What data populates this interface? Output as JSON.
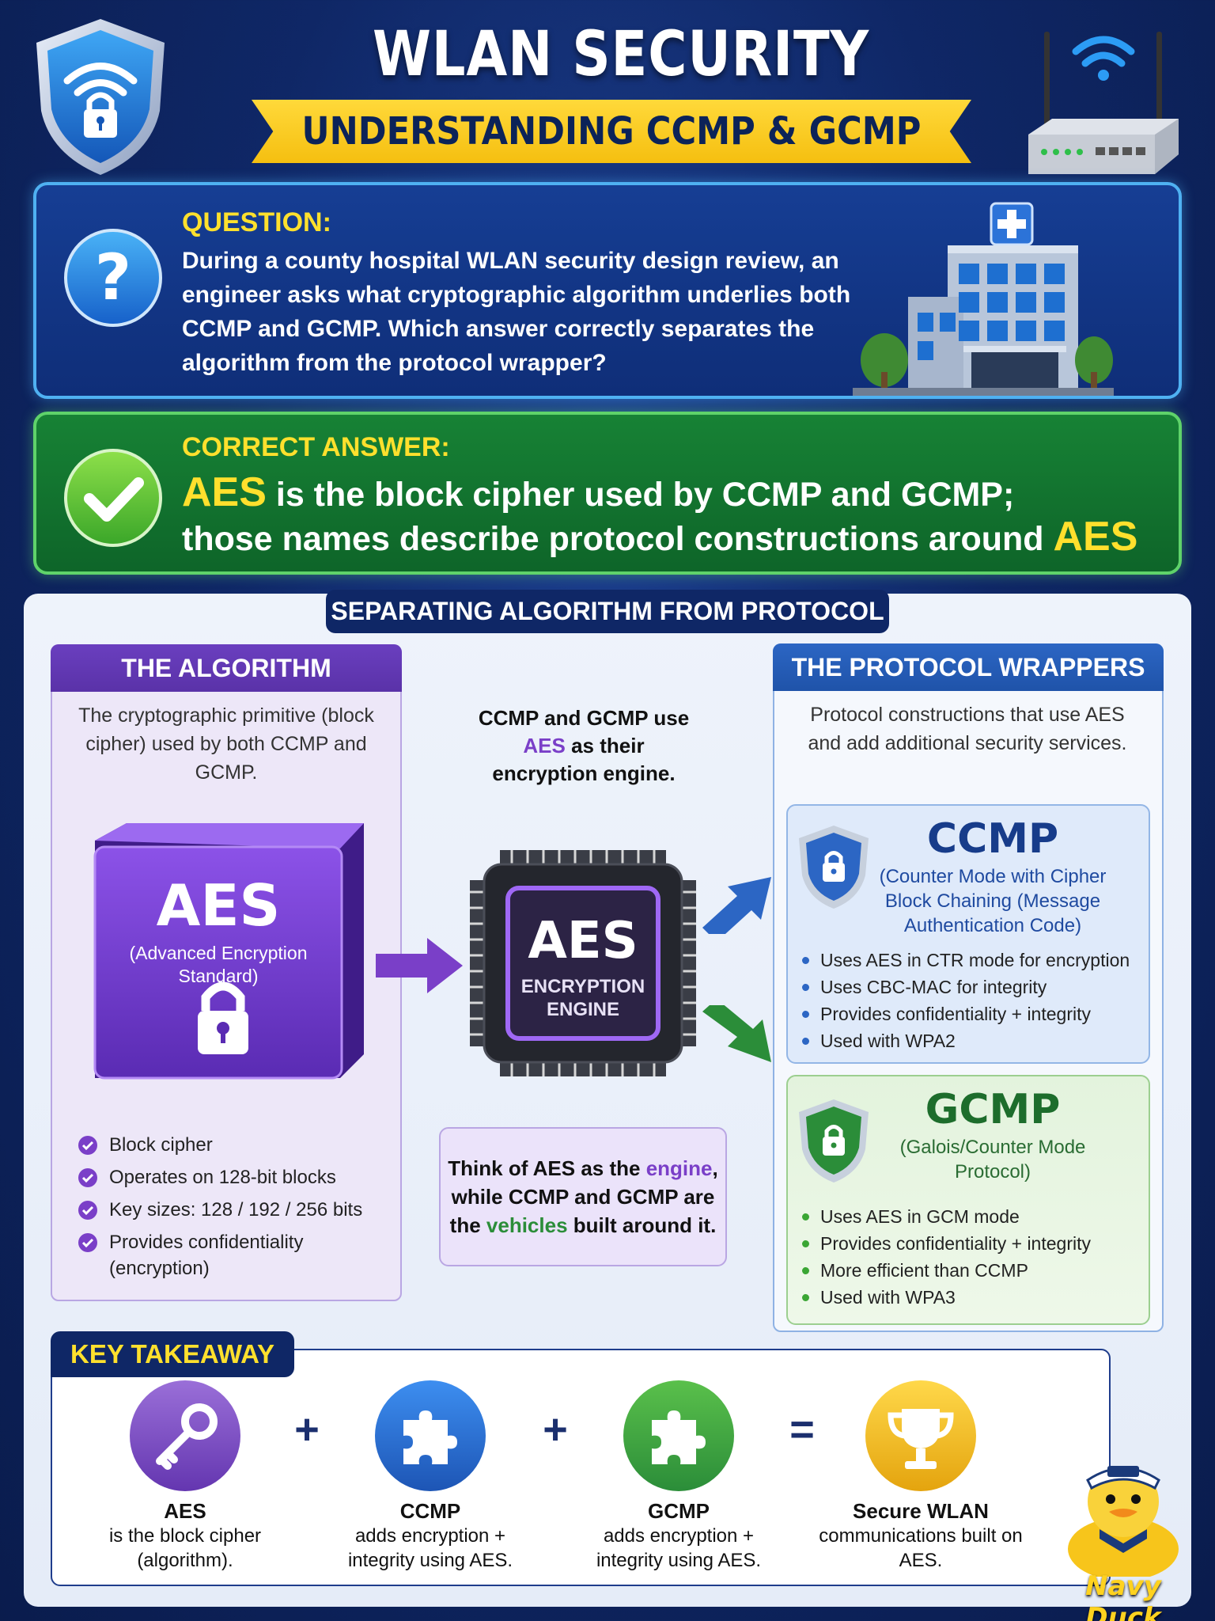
{
  "header": {
    "title": "WLAN SECURITY DESIGN REVIEW",
    "subtitle": "UNDERSTANDING CCMP & GCMP"
  },
  "question": {
    "label": "QUESTION:",
    "text": "During a county hospital WLAN security design review, an engineer asks what cryptographic algorithm underlies both CCMP and GCMP. Which answer correctly separates the algorithm from the protocol wrapper?"
  },
  "answer": {
    "label": "CORRECT ANSWER:",
    "line1_highlight": "AES",
    "line1_rest": " is the block cipher used by CCMP and GCMP;",
    "line2_rest": "those names describe protocol constructions around ",
    "line2_highlight": "AES"
  },
  "section_title": "SEPARATING ALGORITHM FROM PROTOCOL",
  "algorithm": {
    "heading": "THE ALGORITHM",
    "description": "The cryptographic primitive (block cipher) used by both CCMP and GCMP.",
    "cube_title": "AES",
    "cube_subtitle": "(Advanced Encryption Standard)",
    "bullets": [
      "Block cipher",
      "Operates on 128-bit blocks",
      "Key sizes: 128 / 192 / 256 bits",
      "Provides confidentiality (encryption)"
    ]
  },
  "middle": {
    "text_part1": "CCMP and GCMP use ",
    "text_highlight": "AES",
    "text_part2": " as their encryption engine.",
    "chip_title": "AES",
    "chip_line1": "ENCRYPTION",
    "chip_line2": "ENGINE",
    "analogy_part1": "Think of AES as the ",
    "analogy_engine": "engine",
    "analogy_part2": ", while CCMP and GCMP are the ",
    "analogy_vehicles": "vehicles",
    "analogy_part3": " built around it."
  },
  "protocols": {
    "heading": "THE PROTOCOL WRAPPERS",
    "description": "Protocol constructions that use AES and add additional security services.",
    "ccmp": {
      "title": "CCMP",
      "subtitle": "(Counter Mode with Cipher Block Chaining (Message Authentication Code)",
      "bullets": [
        "Uses AES in CTR mode for encryption",
        "Uses CBC-MAC for integrity",
        "Provides confidentiality + integrity",
        "Used with WPA2"
      ]
    },
    "gcmp": {
      "title": "GCMP",
      "subtitle": "(Galois/Counter Mode Protocol)",
      "bullets": [
        "Uses AES in GCM mode",
        "Provides confidentiality + integrity",
        "More efficient than CCMP",
        "Used with WPA3"
      ]
    }
  },
  "takeaway": {
    "label": "KEY TAKEAWAY",
    "items": [
      {
        "title": "AES",
        "caption": "is the block cipher (algorithm).",
        "icon": "key-icon"
      },
      {
        "title": "CCMP",
        "caption": "adds encryption + integrity using AES.",
        "icon": "puzzle-icon"
      },
      {
        "title": "GCMP",
        "caption": "adds encryption + integrity using AES.",
        "icon": "puzzle-icon"
      },
      {
        "title": "Secure WLAN",
        "caption": "communications built on AES.",
        "icon": "trophy-icon"
      }
    ],
    "op_plus": "+",
    "op_equals": "="
  },
  "brand": "Navy Duck",
  "colors": {
    "navy": "#0f2766",
    "yellow": "#ffe02d",
    "purple": "#6a3fbf",
    "blue": "#2c66c4",
    "green": "#2b8d39"
  }
}
